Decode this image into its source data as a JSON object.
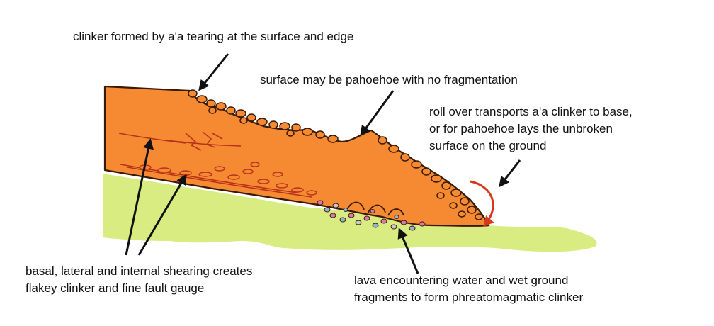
{
  "labels": {
    "clinker_edge": "clinker formed by a'a tearing at the surface and edge",
    "pahoehoe_surface": "surface may be pahoehoe with no fragmentation",
    "roll_over": [
      "roll over transports a'a clinker to base,",
      "or for pahoehoe lays the unbroken",
      "surface on the ground"
    ],
    "shearing": [
      "basal, lateral and internal shearing creates",
      "flakey clinker and fine fault gauge"
    ],
    "phreatomagmatic": [
      "lava encountering water and wet ground",
      "fragments to form phreatomagmatic clinker"
    ]
  },
  "colors": {
    "lava": "#f58a32",
    "ground": "#d9ec82",
    "outline": "#3a1a00",
    "shear": "#b8321a",
    "roll_arrow": "#d63a1c",
    "fragment_pink": "#d87ab0",
    "fragment_blue": "#8fb5cf",
    "fragment_grey": "#c9c9c9"
  }
}
